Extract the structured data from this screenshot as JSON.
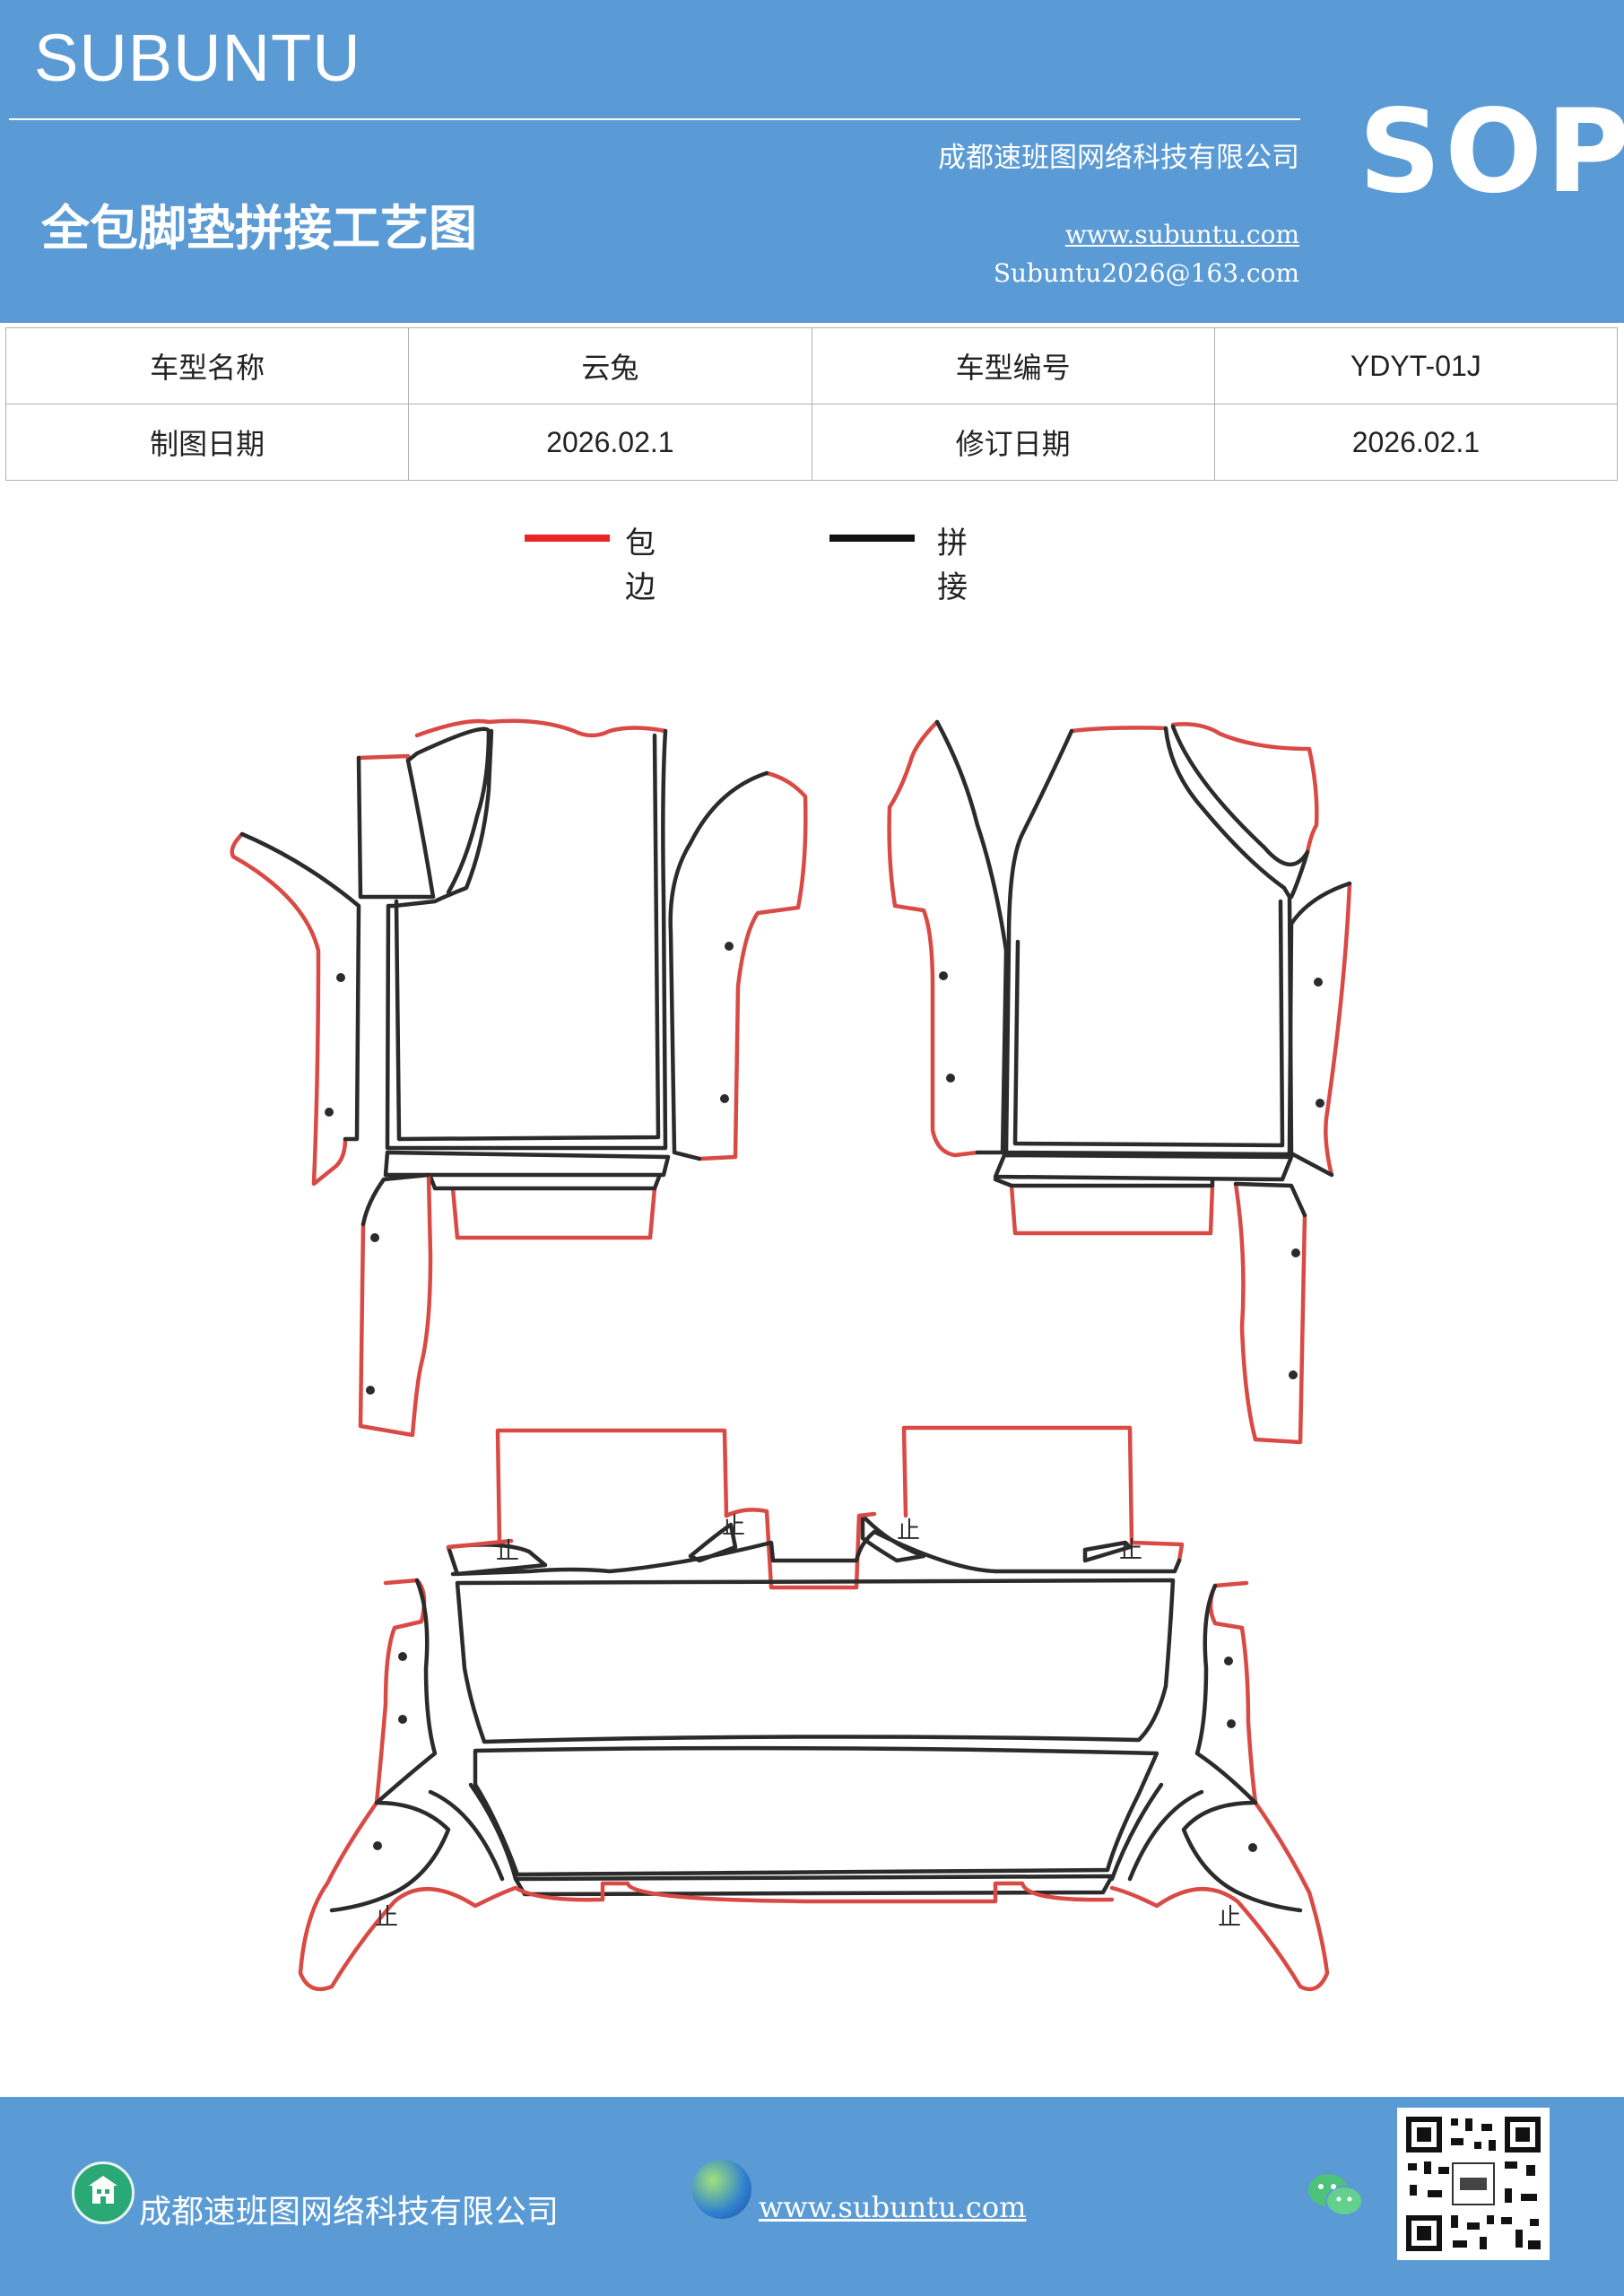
{
  "header": {
    "brand": "SUBUNTU",
    "badge": "SOP",
    "company": "成都速班图网络科技有限公司",
    "title": "全包脚垫拼接工艺图",
    "website": "www.subuntu.com",
    "email": "Subuntu2026@163.com"
  },
  "info_table": {
    "rows": [
      [
        "车型名称",
        "云兔",
        "车型编号",
        "YDYT-01J"
      ],
      [
        "制图日期",
        "2026.02.1",
        "修订日期",
        "2026.02.1"
      ]
    ]
  },
  "legend": {
    "items": [
      {
        "label": "包边",
        "color": "#e8262a"
      },
      {
        "label": "拼接",
        "color": "#111111"
      }
    ]
  },
  "diagram": {
    "stop_mark": "止",
    "colors": {
      "edge": "#d94a45",
      "seam": "#2b2b2b"
    }
  },
  "footer": {
    "company": "成都速班图网络科技有限公司",
    "website": "www.subuntu.com",
    "icons": [
      "building-icon",
      "globe-icon",
      "wechat-icon",
      "qr-code"
    ]
  }
}
